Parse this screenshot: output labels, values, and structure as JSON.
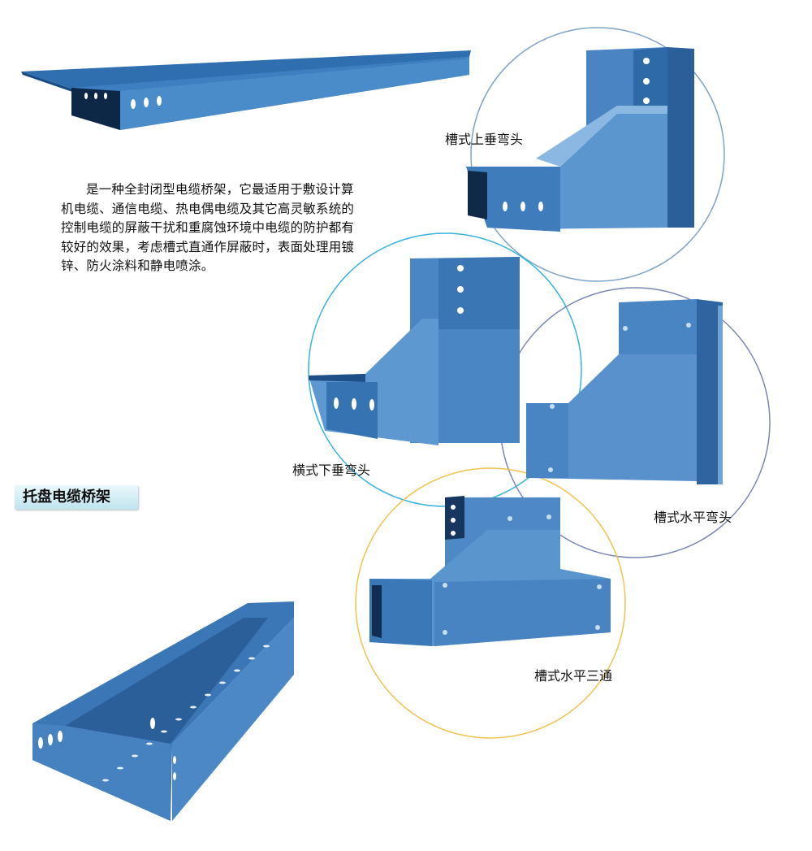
{
  "description": "是一种全封闭型电缆桥架，它最适用于敷设计算机电缆、通信电缆、热电偶电缆及其它高灵敏系统的控制电缆的屏蔽干扰和重腐蚀环境中电缆的防护都有较好的效果，考虑槽式直通作屏蔽时，表面处理用镀锌、防火涂料和静电喷涂。",
  "labels": {
    "upper_elbow": "槽式上垂弯头",
    "lower_elbow": "横式下垂弯头",
    "horizontal_elbow": "槽式水平弯头",
    "horizontal_tee": "槽式水平三通"
  },
  "section_title": "托盘电缆桥架",
  "circle_colors": {
    "upper_elbow": "#7fa3c8",
    "lower_elbow": "#35b4e0",
    "horizontal_elbow": "#7a86b6",
    "horizontal_tee": "#f2c24a"
  }
}
